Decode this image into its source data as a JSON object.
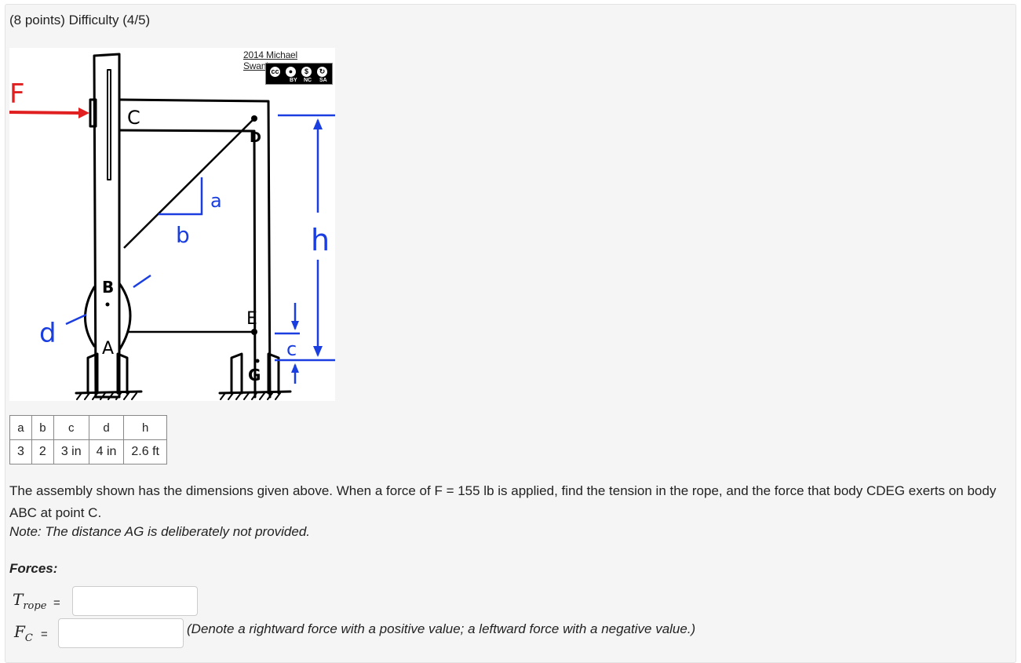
{
  "header": {
    "title": "(8 points) Difficulty (4/5)"
  },
  "figure": {
    "credit": "2014 Michael Swanbom",
    "license": {
      "cc": "cc",
      "labels": [
        "BY",
        "NC",
        "SA"
      ]
    },
    "labels": {
      "F": "F",
      "C": "C",
      "D": "D",
      "a": "a",
      "b": "b",
      "h": "h",
      "B": "B",
      "d": "d",
      "A": "A",
      "E": "E",
      "c": "c",
      "G": "G"
    },
    "colors": {
      "force": "#e02020",
      "dimension": "#1a3ee0",
      "body": "#000000"
    }
  },
  "dimensions_table": {
    "headers": [
      "a",
      "b",
      "c",
      "d",
      "h"
    ],
    "values": [
      "3",
      "2",
      "3 in",
      "4 in",
      "2.6 ft"
    ]
  },
  "problem": {
    "text": "The assembly shown has the dimensions given above. When a force of F = 155 lb is applied, find the tension in the rope, and the force that body CDEG exerts on body ABC at point C.",
    "note": "Note: The distance AG is deliberately not provided."
  },
  "forces": {
    "heading": "Forces:",
    "t_rope": {
      "symbol": "T",
      "subscript": "rope",
      "equals": "=",
      "value": ""
    },
    "f_c": {
      "symbol": "F",
      "subscript": "C",
      "equals": "=",
      "value": ""
    },
    "hint": "(Denote a rightward force with a positive value; a leftward force with a negative value.)"
  }
}
